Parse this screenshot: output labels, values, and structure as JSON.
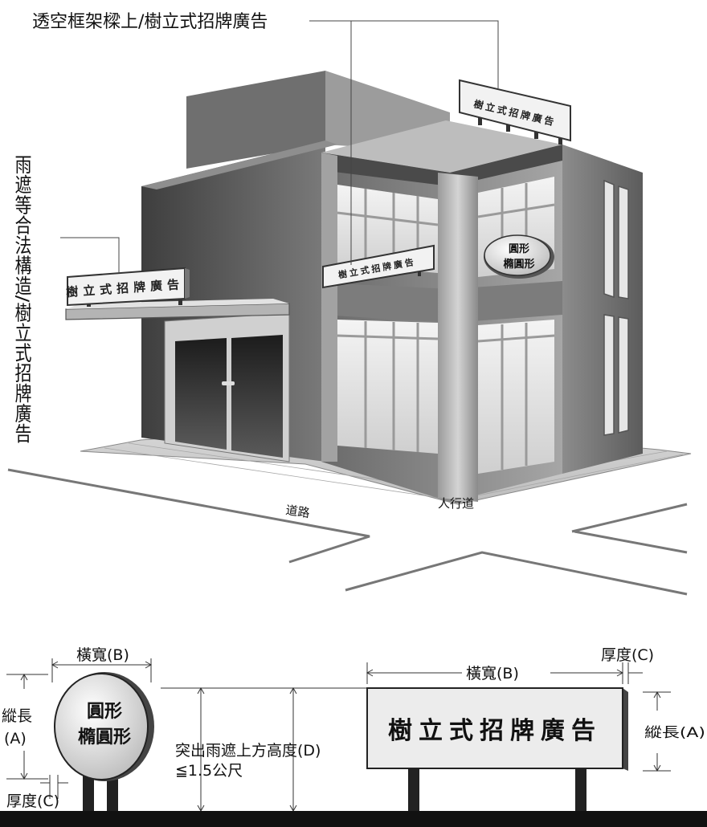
{
  "callouts": {
    "top": "透空框架樑上/樹立式招牌廣告",
    "left": "雨遮等合法構造/樹立式招牌廣告"
  },
  "street": {
    "road": "道路",
    "sidewalk": "人行道"
  },
  "signs": {
    "roof": "樹立式招牌廣告",
    "beam": "樹立式招牌廣告",
    "canopy": "樹立式招牌廣告",
    "oval_line1": "圓形",
    "oval_line2": "橢圓形"
  },
  "detail": {
    "round_sign_line1": "圓形",
    "round_sign_line2": "橢圓形",
    "width_left": "橫寬(B)",
    "height_left": "縱長",
    "height_left_code": "(A)",
    "thickness_left": "厚度(C)",
    "height_limit_line1": "突出雨遮上方高度(D)",
    "height_limit_line2": "≦1.5公尺",
    "rect_sign": "樹立式招牌廣告",
    "width_right": "橫寬(B)",
    "thickness_right": "厚度(C)",
    "height_right": "縱長(A)"
  },
  "colors": {
    "ink": "#1a1a1a",
    "wall_dark": "#5a5a5a",
    "wall_mid": "#8a8a8a",
    "wall_light": "#c8c8c8",
    "glass": "#e6e6e6",
    "ground": "#111111"
  }
}
